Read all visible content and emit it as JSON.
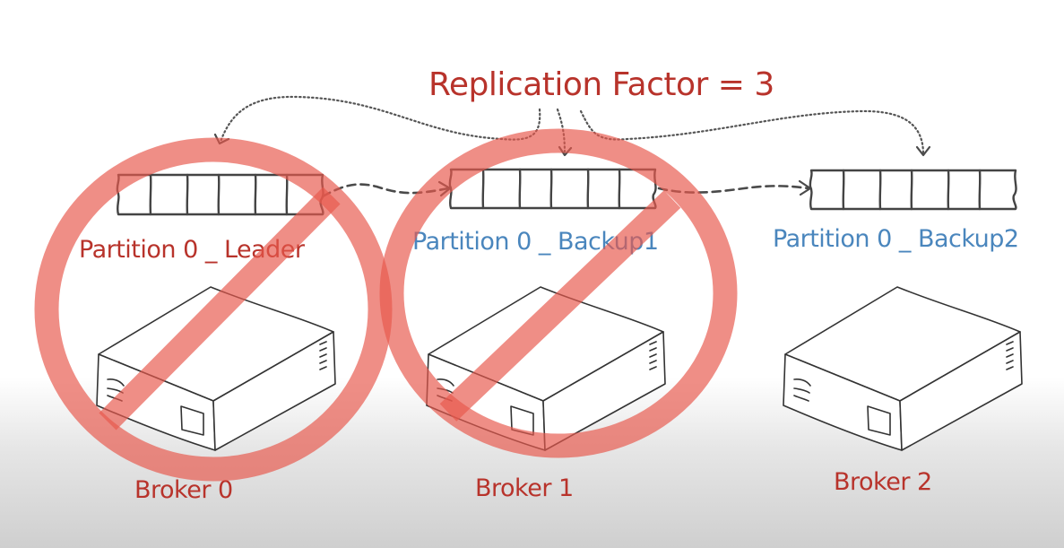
{
  "title": "Replication Factor = 3",
  "colors": {
    "title_text": "#b8332b",
    "leader_label": "#b8332b",
    "backup_label": "#4a86bd",
    "broker_label": "#b8332b",
    "no_sign": "#e8584d",
    "ink": "#444444"
  },
  "partitions": [
    {
      "label": "Partition 0 _ Leader",
      "role": "leader",
      "cells": 6,
      "crossed_out": true
    },
    {
      "label": "Partition 0 _ Backup1",
      "role": "backup",
      "cells": 6,
      "crossed_out": true
    },
    {
      "label": "Partition 0 _ Backup2",
      "role": "backup",
      "cells": 6,
      "crossed_out": false
    }
  ],
  "brokers": [
    {
      "label": "Broker 0",
      "icon": "server-icon",
      "failed": true
    },
    {
      "label": "Broker 1",
      "icon": "server-icon",
      "failed": true
    },
    {
      "label": "Broker 2",
      "icon": "server-icon",
      "failed": false
    }
  ],
  "connections": {
    "replication_arrows": [
      "title-to-leader",
      "title-to-backup1",
      "title-to-backup2"
    ],
    "data_flow_arrows": [
      "leader-to-backup1",
      "backup1-to-backup2"
    ]
  },
  "failure_marker_icon": "prohibited-icon"
}
